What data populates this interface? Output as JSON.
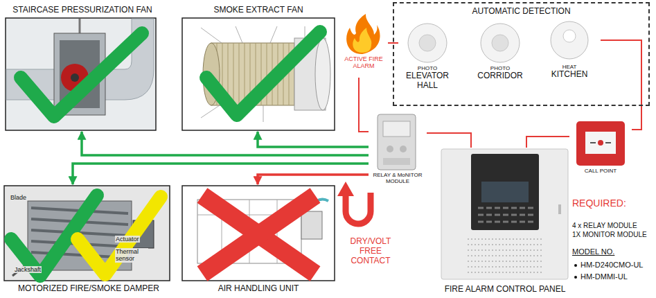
{
  "diagram": {
    "nodes": [
      {
        "text": [
          "STAIRCASE PRESSURIZATION FAN"
        ]
      },
      {
        "text": [
          "SMOKE EXTRACT FAN"
        ]
      },
      {
        "text": [
          "AUTOMATIC DETECTION"
        ]
      },
      {
        "text": [
          "PHOTO",
          "ELEVATOR HALL"
        ],
        "in": 2
      },
      {
        "text": [
          "PHOTO",
          "CORRIDOR"
        ],
        "in": 2
      },
      {
        "text": [
          "HEAT",
          "KITCHEN"
        ],
        "in": 2
      },
      {
        "text": [
          "ACTIVE FIRE ALARM"
        ]
      },
      {
        "text": [
          "RELAY & MoNITOR MODULE"
        ]
      },
      {
        "text": [
          "CALL POINT"
        ]
      },
      {
        "text": [
          "FIRE ALARM CONTROL PANEL"
        ]
      },
      {
        "text": [
          "MOTORIZED FIRE/SMOKE DAMPER"
        ]
      },
      {
        "text": [
          "AIR HANDLING UNIT"
        ]
      }
    ],
    "edges": [
      {
        "from": 6,
        "to": 3,
        "arrow": "none"
      },
      {
        "from": 5,
        "to": 8,
        "arrow": "none"
      },
      {
        "from": 8,
        "to": 9,
        "arrow": "none"
      },
      {
        "from": 6,
        "to": 7,
        "arrow": "none"
      },
      {
        "from": 7,
        "to": 9,
        "arrow": "none"
      },
      {
        "from": 7,
        "to": 1,
        "arrow": "to"
      },
      {
        "from": 7,
        "to": 0,
        "arrow": "to"
      },
      {
        "from": 7,
        "to": 10,
        "arrow": "to"
      },
      {
        "from": 7,
        "to": 11,
        "arrow": "to"
      }
    ],
    "labels": [
      "DRY/VOLT FREE CONTACT",
      "REQUIRED:",
      "4 x RELAY MODULE",
      "1X MONITOR MODULE",
      "MODEL NO.",
      "HM-D240CMO-UL",
      "HM-DMMI-UL",
      "Blade",
      "Actuator",
      "Thermal sensor",
      "Jackshaft"
    ]
  }
}
